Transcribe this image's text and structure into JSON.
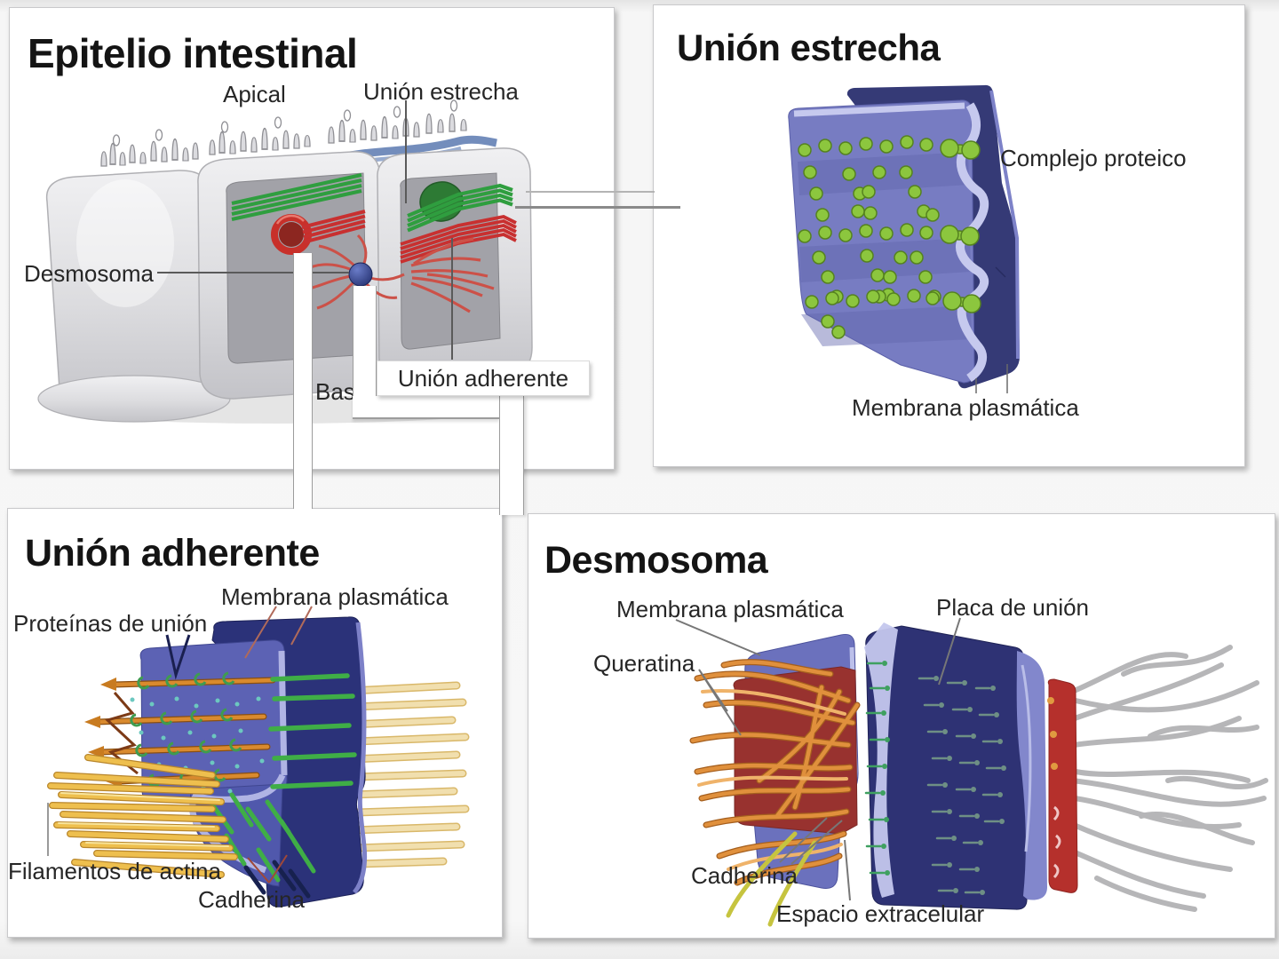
{
  "figure": {
    "type": "cell-junction-diagram",
    "language": "es",
    "subject": "Uniones celulares del epitelio intestinal"
  },
  "colors": {
    "panel_bg": "#ffffff",
    "membrane_purple": "#6b71bd",
    "membrane_navy": "#2e3274",
    "membrane_light_rim": "#c6c9ee",
    "protein_green": "#8cc63e",
    "junction_green_band": "#2f9e3f",
    "junction_red_band": "#c83030",
    "desmosome_sphere_navy": "#2a356e",
    "actin_gold": "#eebf4e",
    "keratin_orange": "#e0903c",
    "keratin_gray": "#b6b6b8",
    "plaque_red": "#b5302c",
    "plaque_maroon": "#98322f",
    "cadherin_green": "#3fae46",
    "microvilli_blue": "#5b79b0"
  },
  "panels": [
    {
      "id": "epitelio-intestinal",
      "title": "Epitelio intestinal",
      "labels": {
        "apical": "Apical",
        "union_estrecha": "Unión estrecha",
        "desmosoma": "Desmosoma",
        "basal": "Basal",
        "union_adherente": "Unión adherente"
      }
    },
    {
      "id": "union-estrecha",
      "title": "Unión estrecha",
      "labels": {
        "complejo_proteico": "Complejo proteico",
        "membrana_plasmatica": "Membrana plasmática"
      }
    },
    {
      "id": "union-adherente",
      "title": "Unión adherente",
      "labels": {
        "membrana_plasmatica": "Membrana plasmática",
        "proteinas_de_union": "Proteínas de unión",
        "filamentos_de_actina": "Filamentos de actina",
        "cadherina": "Cadherina"
      }
    },
    {
      "id": "desmosoma",
      "title": "Desmosoma",
      "labels": {
        "membrana_plasmatica": "Membrana plasmática",
        "placa_de_union": "Placa de unión",
        "queratina": "Queratina",
        "cadherina": "Cadherina",
        "espacio_extracelular": "Espacio extracelular"
      }
    }
  ]
}
